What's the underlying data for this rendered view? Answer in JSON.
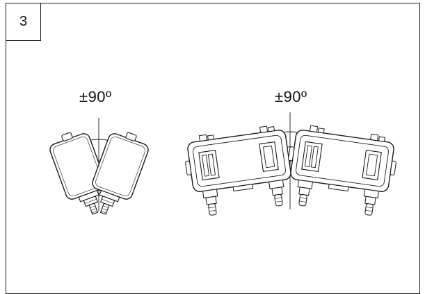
{
  "step_number": "3",
  "left_group": {
    "angle_label": "±90º"
  },
  "right_group": {
    "angle_label": "±90º"
  },
  "colors": {
    "line": "#1a1a1a",
    "background": "#ffffff"
  }
}
